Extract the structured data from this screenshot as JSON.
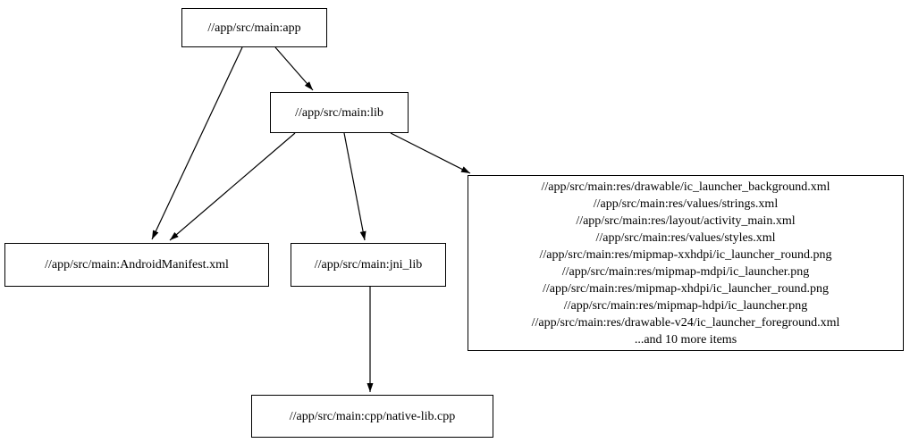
{
  "diagram": {
    "type": "dependency-graph",
    "background_color": "#ffffff",
    "node_border_color": "#000000",
    "text_color": "#000000",
    "nodes": {
      "app": {
        "label": "//app/src/main:app"
      },
      "lib": {
        "label": "//app/src/main:lib"
      },
      "android_manifest": {
        "label": "//app/src/main:AndroidManifest.xml"
      },
      "jni_lib": {
        "label": "//app/src/main:jni_lib"
      },
      "res_group": {
        "lines": [
          "//app/src/main:res/drawable/ic_launcher_background.xml",
          "//app/src/main:res/values/strings.xml",
          "//app/src/main:res/layout/activity_main.xml",
          "//app/src/main:res/values/styles.xml",
          "//app/src/main:res/mipmap-xxhdpi/ic_launcher_round.png",
          "//app/src/main:res/mipmap-mdpi/ic_launcher.png",
          "//app/src/main:res/mipmap-xhdpi/ic_launcher_round.png",
          "//app/src/main:res/mipmap-hdpi/ic_launcher.png",
          "//app/src/main:res/drawable-v24/ic_launcher_foreground.xml",
          "...and 10 more items"
        ]
      },
      "native_lib_cpp": {
        "label": "//app/src/main:cpp/native-lib.cpp"
      }
    },
    "edges": [
      {
        "from": "//app/src/main:app",
        "to": "//app/src/main:AndroidManifest.xml"
      },
      {
        "from": "//app/src/main:app",
        "to": "//app/src/main:lib"
      },
      {
        "from": "//app/src/main:lib",
        "to": "//app/src/main:AndroidManifest.xml"
      },
      {
        "from": "//app/src/main:lib",
        "to": "//app/src/main:jni_lib"
      },
      {
        "from": "//app/src/main:lib",
        "to": "res_group"
      },
      {
        "from": "//app/src/main:jni_lib",
        "to": "//app/src/main:cpp/native-lib.cpp"
      }
    ]
  }
}
